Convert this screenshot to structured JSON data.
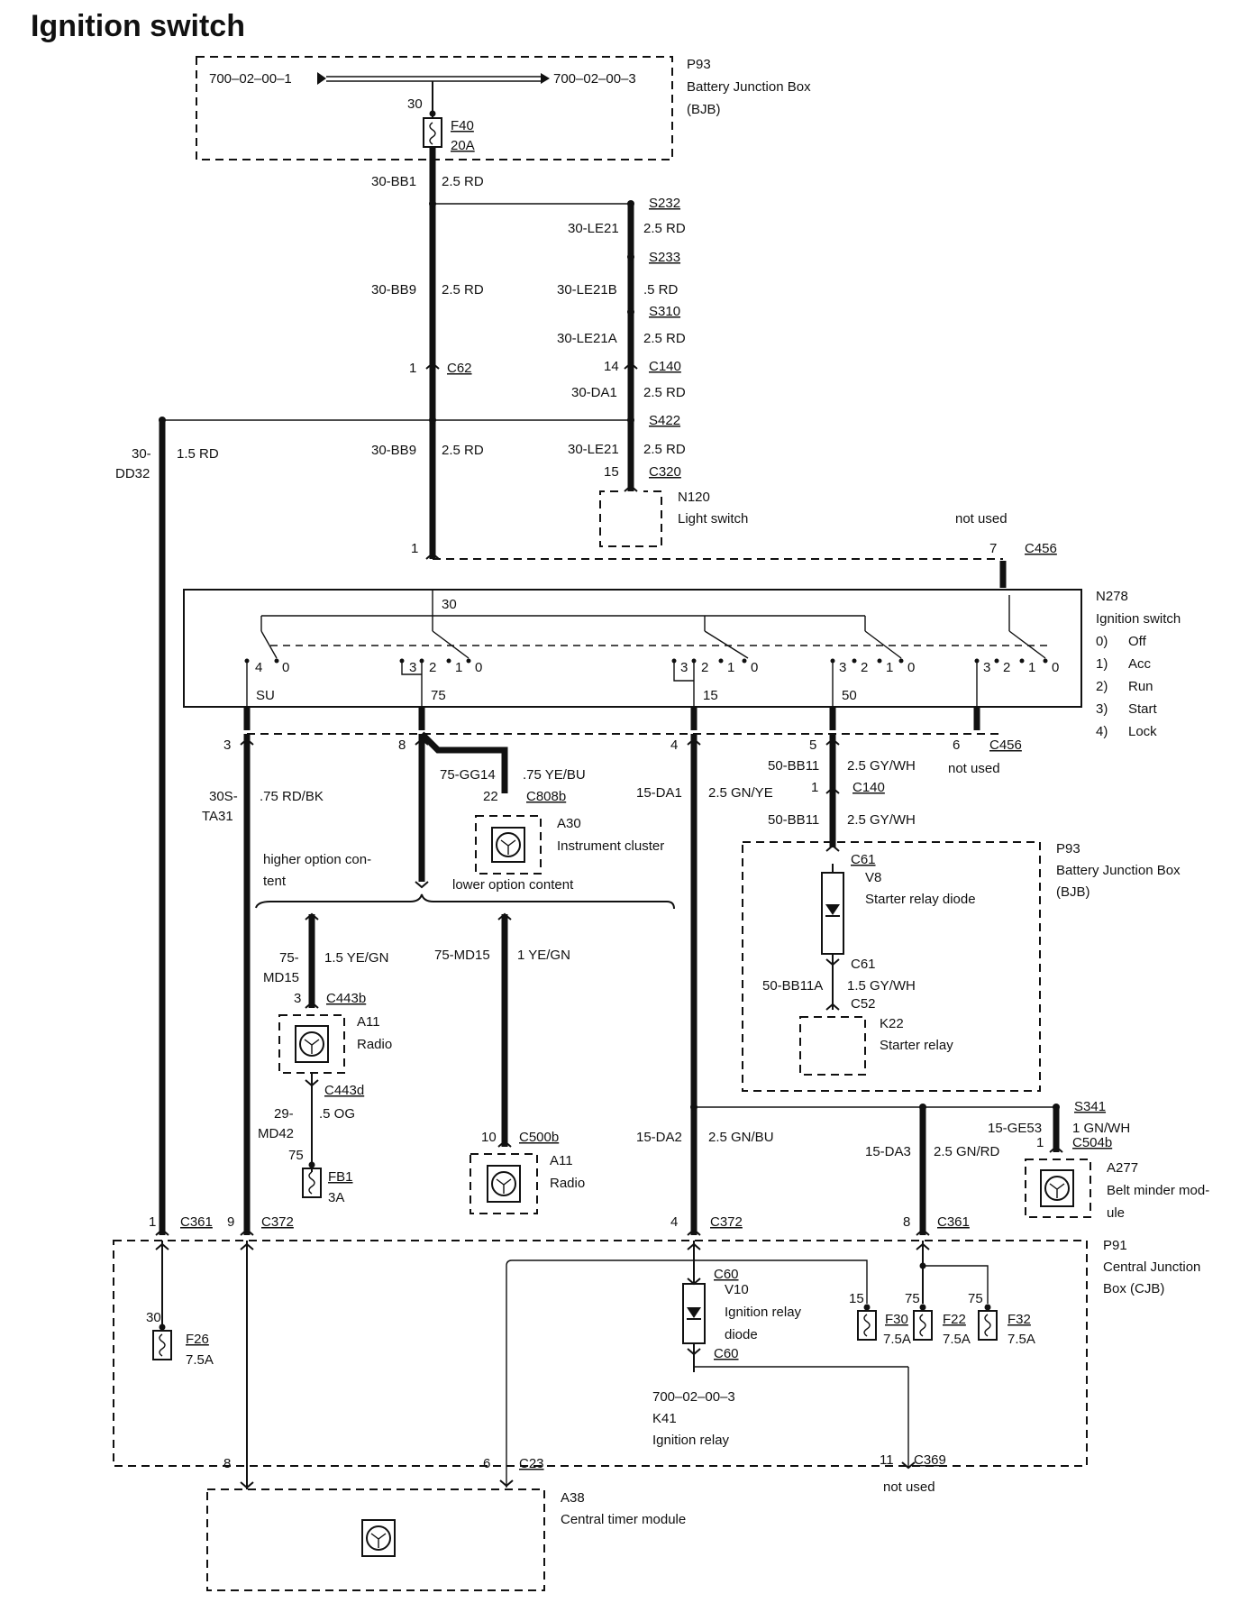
{
  "title": "Ignition switch",
  "bjb_top": {
    "id": "P93",
    "name1": "Battery Junction Box",
    "name2": "(BJB)",
    "ref_left": "700–02–00–1",
    "ref_right": "700–02–00–3",
    "pin": "30",
    "fuse": "F40",
    "fuse_rating": "20A"
  },
  "wires": {
    "w1": {
      "circuit": "30-BB1",
      "spec": "2.5 RD"
    },
    "w2": {
      "circuit": "30-BB9",
      "spec": "2.5 RD"
    },
    "w3": {
      "circuit": "30-BB9",
      "spec": "2.5 RD"
    },
    "w4": {
      "circuit1": "30-",
      "circuit2": "DD32",
      "spec": "1.5 RD"
    },
    "le21": {
      "circuit": "30-LE21",
      "spec": "2.5 RD"
    },
    "le21b": {
      "circuit": "30-LE21B",
      "spec": ".5 RD"
    },
    "le21a": {
      "circuit": "30-LE21A",
      "spec": "2.5 RD"
    },
    "da1": {
      "circuit": "30-DA1",
      "spec": "2.5 RD"
    },
    "le21c": {
      "circuit": "30-LE21",
      "spec": "2.5 RD"
    },
    "ta31": {
      "circuit1": "30S-",
      "circuit2": "TA31",
      "spec": ".75 RD/BK"
    },
    "gg14": {
      "circuit": "75-GG14",
      "spec": ".75 YE/BU"
    },
    "15da1": {
      "circuit": "15-DA1",
      "spec": "2.5 GN/YE"
    },
    "bb11a": {
      "circuit": "50-BB11",
      "spec": "2.5 GY/WH"
    },
    "bb11b": {
      "circuit": "50-BB11",
      "spec": "2.5 GY/WH"
    },
    "bb11c": {
      "circuit": "50-BB11A",
      "spec": "1.5 GY/WH"
    },
    "md15a": {
      "circuit1": "75-",
      "circuit2": "MD15",
      "spec": "1.5 YE/GN"
    },
    "md15b": {
      "circuit": "75-MD15",
      "spec": "1 YE/GN"
    },
    "md42": {
      "circuit1": "29-",
      "circuit2": "MD42",
      "spec": ".5 OG"
    },
    "da2": {
      "circuit": "15-DA2",
      "spec": "2.5 GN/BU"
    },
    "da3": {
      "circuit": "15-DA3",
      "spec": "2.5 GN/RD"
    },
    "ge53": {
      "circuit": "15-GE53",
      "spec": "1 GN/WH"
    }
  },
  "splices": {
    "s232": "S232",
    "s233": "S233",
    "s310": "S310",
    "s422": "S422",
    "s341": "S341"
  },
  "connectors": {
    "c62": {
      "id": "C62",
      "pin": "1"
    },
    "c140a": {
      "id": "C140",
      "pin": "14"
    },
    "c320": {
      "id": "C320",
      "pin": "15"
    },
    "c456a": {
      "id": "C456",
      "pin": "7",
      "note": "not used"
    },
    "c456b": {
      "id": "C456",
      "pin": "6",
      "note": "not used"
    },
    "c140b": {
      "id": "C140",
      "pin": "1"
    },
    "c808b": {
      "id": "C808b",
      "pin": "22"
    },
    "c443b": {
      "id": "C443b",
      "pin": "3"
    },
    "c443d": {
      "id": "C443d"
    },
    "c500b": {
      "id": "C500b",
      "pin": "10"
    },
    "c504b": {
      "id": "C504b",
      "pin": "1"
    },
    "c361a": {
      "id": "C361",
      "pin": "1"
    },
    "c372a": {
      "id": "C372",
      "pin": "9"
    },
    "c372b": {
      "id": "C372",
      "pin": "4"
    },
    "c361b": {
      "id": "C361",
      "pin": "8"
    },
    "c23": {
      "id": "C23",
      "pin": "6"
    },
    "c369": {
      "id": "C369",
      "pin": "11",
      "note": "not used"
    }
  },
  "pins": {
    "n278_in": "1",
    "sw_30": "30",
    "out3": "3",
    "out8": "8",
    "out4": "4",
    "out5": "5",
    "a38_8": "8",
    "fb1_75": "75",
    "f26_30": "30",
    "f30_15": "15",
    "f22_75": "75",
    "f32_75": "75"
  },
  "light_switch": {
    "id": "N120",
    "name": "Light switch"
  },
  "ign_switch": {
    "id": "N278",
    "name": "Ignition switch",
    "legend": [
      [
        "0)",
        "Off"
      ],
      [
        "1)",
        "Acc"
      ],
      [
        "2)",
        "Run"
      ],
      [
        "3)",
        "Start"
      ],
      [
        "4)",
        "Lock"
      ]
    ],
    "outputs": [
      "SU",
      "75",
      "15",
      "50"
    ],
    "pos_labels": {
      "p4": "4",
      "p0": "0",
      "p3": "3",
      "p2": "2",
      "p1": "1"
    }
  },
  "a30": {
    "id": "A30",
    "name": "Instrument cluster"
  },
  "option": {
    "higher1": "higher option con-",
    "higher2": "tent",
    "lower": "lower option content"
  },
  "a11a": {
    "id": "A11",
    "name": "Radio"
  },
  "a11b": {
    "id": "A11",
    "name": "Radio"
  },
  "fb1": {
    "id": "FB1",
    "rating": "3A"
  },
  "bjb2": {
    "id": "P93",
    "name1": "Battery Junction Box",
    "name2": "(BJB)"
  },
  "v8": {
    "c61a": "C61",
    "id": "V8",
    "name": "Starter relay diode",
    "c61b": "C61"
  },
  "k22": {
    "c52": "C52",
    "id": "K22",
    "name": "Starter relay"
  },
  "a277": {
    "id": "A277",
    "name1": "Belt minder mod-",
    "name2": "ule"
  },
  "cjb": {
    "id": "P91",
    "name1": "Central Junction",
    "name2": "Box (CJB)"
  },
  "f26": {
    "id": "F26",
    "rating": "7.5A"
  },
  "v10": {
    "c60a": "C60",
    "id": "V10",
    "name1": "Ignition relay",
    "name2": "diode",
    "c60b": "C60"
  },
  "k41": {
    "ref": "700–02–00–3",
    "id": "K41",
    "name": "Ignition relay"
  },
  "f30": {
    "id": "F30",
    "rating": "7.5A"
  },
  "f22": {
    "id": "F22",
    "rating": "7.5A"
  },
  "f32": {
    "id": "F32",
    "rating": "7.5A"
  },
  "a38": {
    "id": "A38",
    "name": "Central timer module"
  }
}
